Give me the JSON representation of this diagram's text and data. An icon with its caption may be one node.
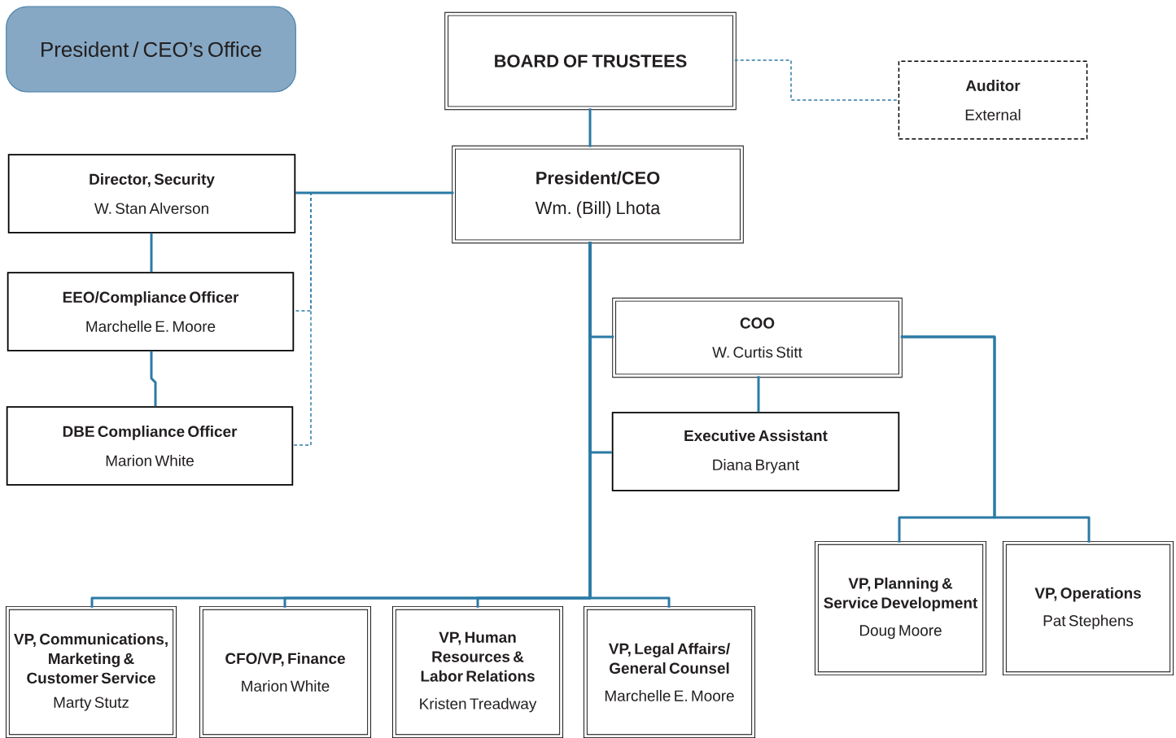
{
  "diagram": {
    "nodes": [
      {
        "text": [
          "President / CEO’s Office"
        ]
      },
      {
        "text": [
          "BOARD OF TRUSTEES"
        ]
      },
      {
        "text": [
          "Auditor",
          "External"
        ]
      },
      {
        "text": [
          "Director, Security",
          "W. Stan Alverson"
        ]
      },
      {
        "text": [
          "President/CEO",
          "Wm. (Bill) Lhota"
        ]
      },
      {
        "text": [
          "EEO/Compliance Officer",
          "Marchelle E. Moore"
        ]
      },
      {
        "text": [
          "COO",
          "W. Curtis Stitt"
        ]
      },
      {
        "text": [
          "DBE Compliance Officer",
          "Marion White"
        ]
      },
      {
        "text": [
          "Executive Assistant",
          "Diana Bryant"
        ]
      },
      {
        "text": [
          "VP, Planning & Service Development",
          "Doug Moore"
        ]
      },
      {
        "text": [
          "VP, Operations",
          "Pat Stephens"
        ]
      },
      {
        "text": [
          "VP, Communications, Marketing & Customer Service",
          "Marty Stutz"
        ]
      },
      {
        "text": [
          "CFO/VP, Finance",
          "Marion White"
        ]
      },
      {
        "text": [
          "VP, Human Resources & Labor Relations",
          "Kristen Treadway"
        ]
      },
      {
        "text": [
          "VP, Legal Affairs/ General Counsel",
          "Marchelle E. Moore"
        ]
      }
    ],
    "edges": [
      {
        "from": 1,
        "to": 4,
        "arrow": "none"
      },
      {
        "from": 1,
        "to": 2,
        "arrow": "none",
        "style": "dashed"
      },
      {
        "from": 4,
        "to": 3,
        "arrow": "none"
      },
      {
        "from": 4,
        "to": 5,
        "arrow": "none",
        "style": "dashed"
      },
      {
        "from": 4,
        "to": 7,
        "arrow": "none",
        "style": "dashed"
      },
      {
        "from": 3,
        "to": 5,
        "arrow": "none"
      },
      {
        "from": 5,
        "to": 7,
        "arrow": "none"
      },
      {
        "from": 4,
        "to": 6,
        "arrow": "none"
      },
      {
        "from": 4,
        "to": 8,
        "arrow": "none"
      },
      {
        "from": 6,
        "to": 8,
        "arrow": "none"
      },
      {
        "from": 6,
        "to": 9,
        "arrow": "none"
      },
      {
        "from": 6,
        "to": 10,
        "arrow": "none"
      },
      {
        "from": 4,
        "to": 11,
        "arrow": "none"
      },
      {
        "from": 4,
        "to": 12,
        "arrow": "none"
      },
      {
        "from": 4,
        "to": 13,
        "arrow": "none"
      },
      {
        "from": 4,
        "to": 14,
        "arrow": "none"
      }
    ]
  }
}
